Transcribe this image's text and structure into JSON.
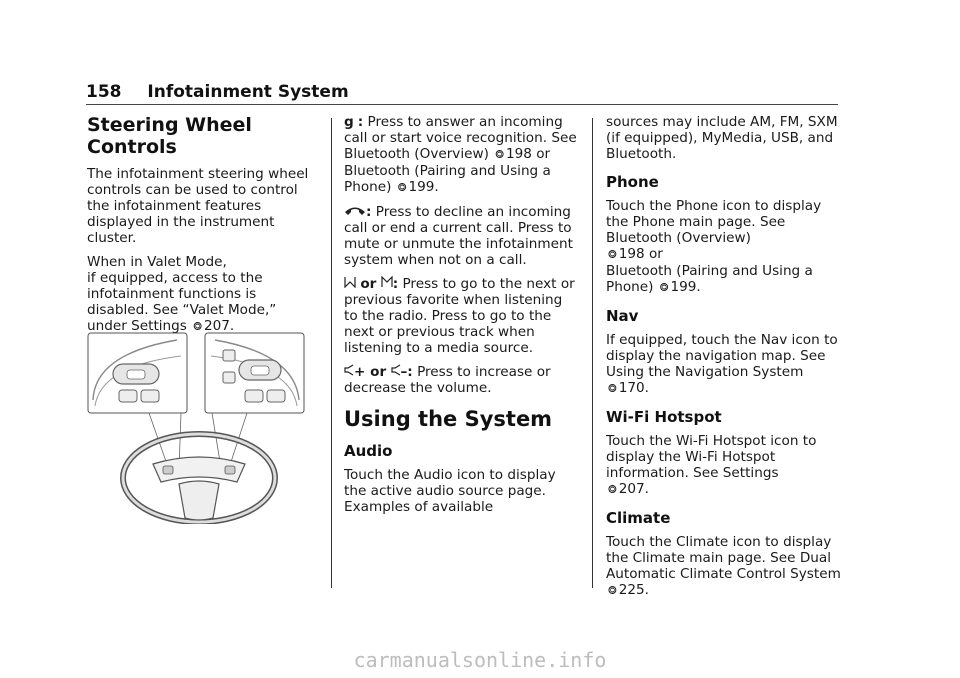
{
  "header": {
    "page_number": "158",
    "section": "Infotainment System"
  },
  "col1": {
    "title": "Steering Wheel Controls",
    "p1": "The infotainment steering wheel controls can be used to control the infotainment features displayed in the instrument cluster.",
    "p2a": "When in Valet Mode,",
    "p2b": "if equipped, access to the infotainment functions is disabled. See “Valet Mode,” under Settings",
    "p2ref": "207."
  },
  "col2": {
    "call_sym": "g",
    "call_text": "Press to answer an incoming call or start voice recognition. See Bluetooth (Overview)",
    "call_ref1": "198 or",
    "call_mid": "Bluetooth (Pairing and Using a Phone)",
    "call_ref2": "199.",
    "decline_text": "Press to decline an incoming call or end a current call. Press to mute or unmute the infotainment system when not on a call.",
    "or1": "or",
    "fav_text": "Press to go to the next or previous favorite when listening to the radio. Press to go to the next or previous track when listening to a media source.",
    "vol_plus": "+ or",
    "vol_minus": "–",
    "vol_text": "Press to increase or decrease the volume.",
    "using_title": "Using the System",
    "audio_title": "Audio",
    "audio_text": "Touch the Audio icon to display the active audio source page. Examples of available"
  },
  "col3": {
    "audio_cont": "sources may include AM, FM, SXM (if equipped), MyMedia, USB, and Bluetooth.",
    "phone_title": "Phone",
    "phone_text": "Touch the Phone icon to display the Phone main page. See Bluetooth (Overview)",
    "phone_ref1": "198 or",
    "phone_mid": "Bluetooth (Pairing and Using a Phone)",
    "phone_ref2": "199.",
    "nav_title": "Nav",
    "nav_text": "If equipped, touch the Nav icon to display the navigation map. See Using the Navigation System",
    "nav_ref": "170.",
    "wifi_title": "Wi-Fi Hotspot",
    "wifi_text": "Touch the Wi-Fi Hotspot icon to display the Wi-Fi Hotspot information. See Settings",
    "wifi_ref": "207.",
    "climate_title": "Climate",
    "climate_text": "Touch the Climate icon to display the Climate main page. See Dual Automatic Climate Control System",
    "climate_ref": "225."
  },
  "ref_arrow": "⭗",
  "watermark": "carmanualsonline.info"
}
